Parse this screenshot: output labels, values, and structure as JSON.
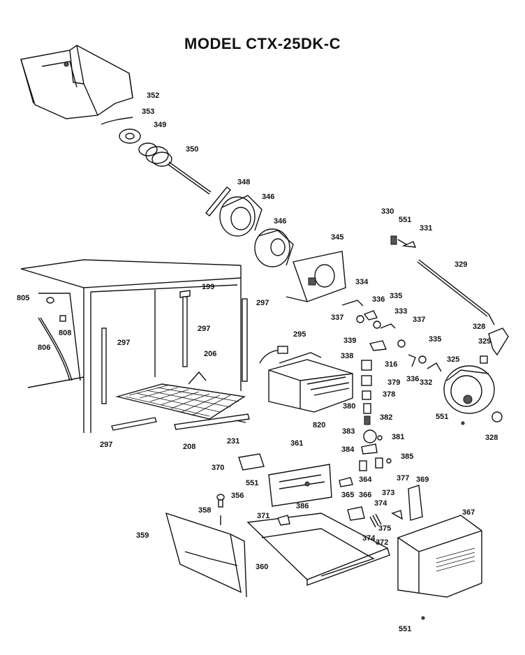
{
  "title": "MODEL CTX-25DK-C",
  "parts": [
    "352",
    "353",
    "349",
    "350",
    "348",
    "346",
    "346",
    "345",
    "330",
    "551",
    "331",
    "329",
    "334",
    "336",
    "335",
    "333",
    "337",
    "337",
    "339",
    "338",
    "316",
    "379",
    "378",
    "380",
    "382",
    "383",
    "381",
    "384",
    "385",
    "377",
    "364",
    "365",
    "366",
    "373",
    "374",
    "374",
    "372",
    "375",
    "369",
    "367",
    "551",
    "370",
    "361",
    "551",
    "386",
    "371",
    "356",
    "358",
    "359",
    "360",
    "328",
    "329",
    "325",
    "335",
    "332",
    "336",
    "551",
    "328",
    "805",
    "806",
    "808",
    "199",
    "297",
    "297",
    "297",
    "295",
    "206",
    "820",
    "297",
    "208",
    "231"
  ]
}
